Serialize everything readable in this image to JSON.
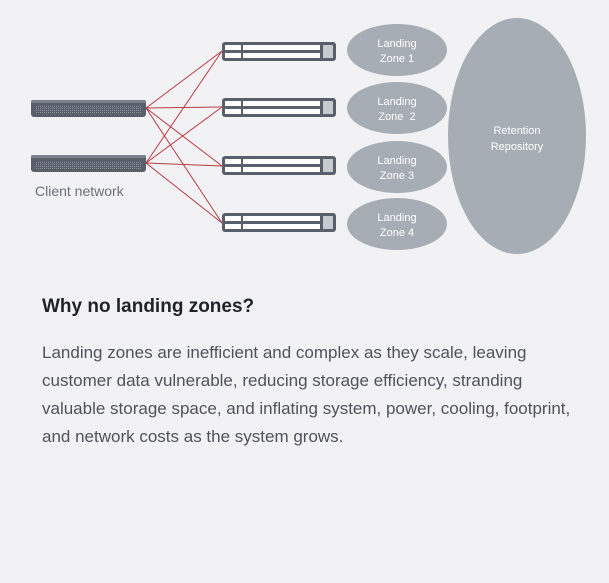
{
  "diagram": {
    "client_label": "Client network",
    "zones": [
      {
        "line1": "Landing",
        "line2": "Zone 1"
      },
      {
        "line1": "Landing",
        "line2": "Zone  2"
      },
      {
        "line1": "Landing",
        "line2": "Zone 3"
      },
      {
        "line1": "Landing",
        "line2": "Zone 4"
      }
    ],
    "repository": {
      "line1": "Retention",
      "line2": "Repository"
    },
    "colors": {
      "server": "#59606b",
      "zone_fill": "#a7adb4",
      "link": "#b83a3f",
      "background": "#f2f2f4"
    }
  },
  "section": {
    "heading": "Why no landing zones?",
    "body": "Landing zones are inefficient and complex as they scale, leaving customer data vulnerable, reducing storage efficiency, stranding valuable storage space, and inflating system, power, cooling, footprint, and network costs as the system grows."
  }
}
